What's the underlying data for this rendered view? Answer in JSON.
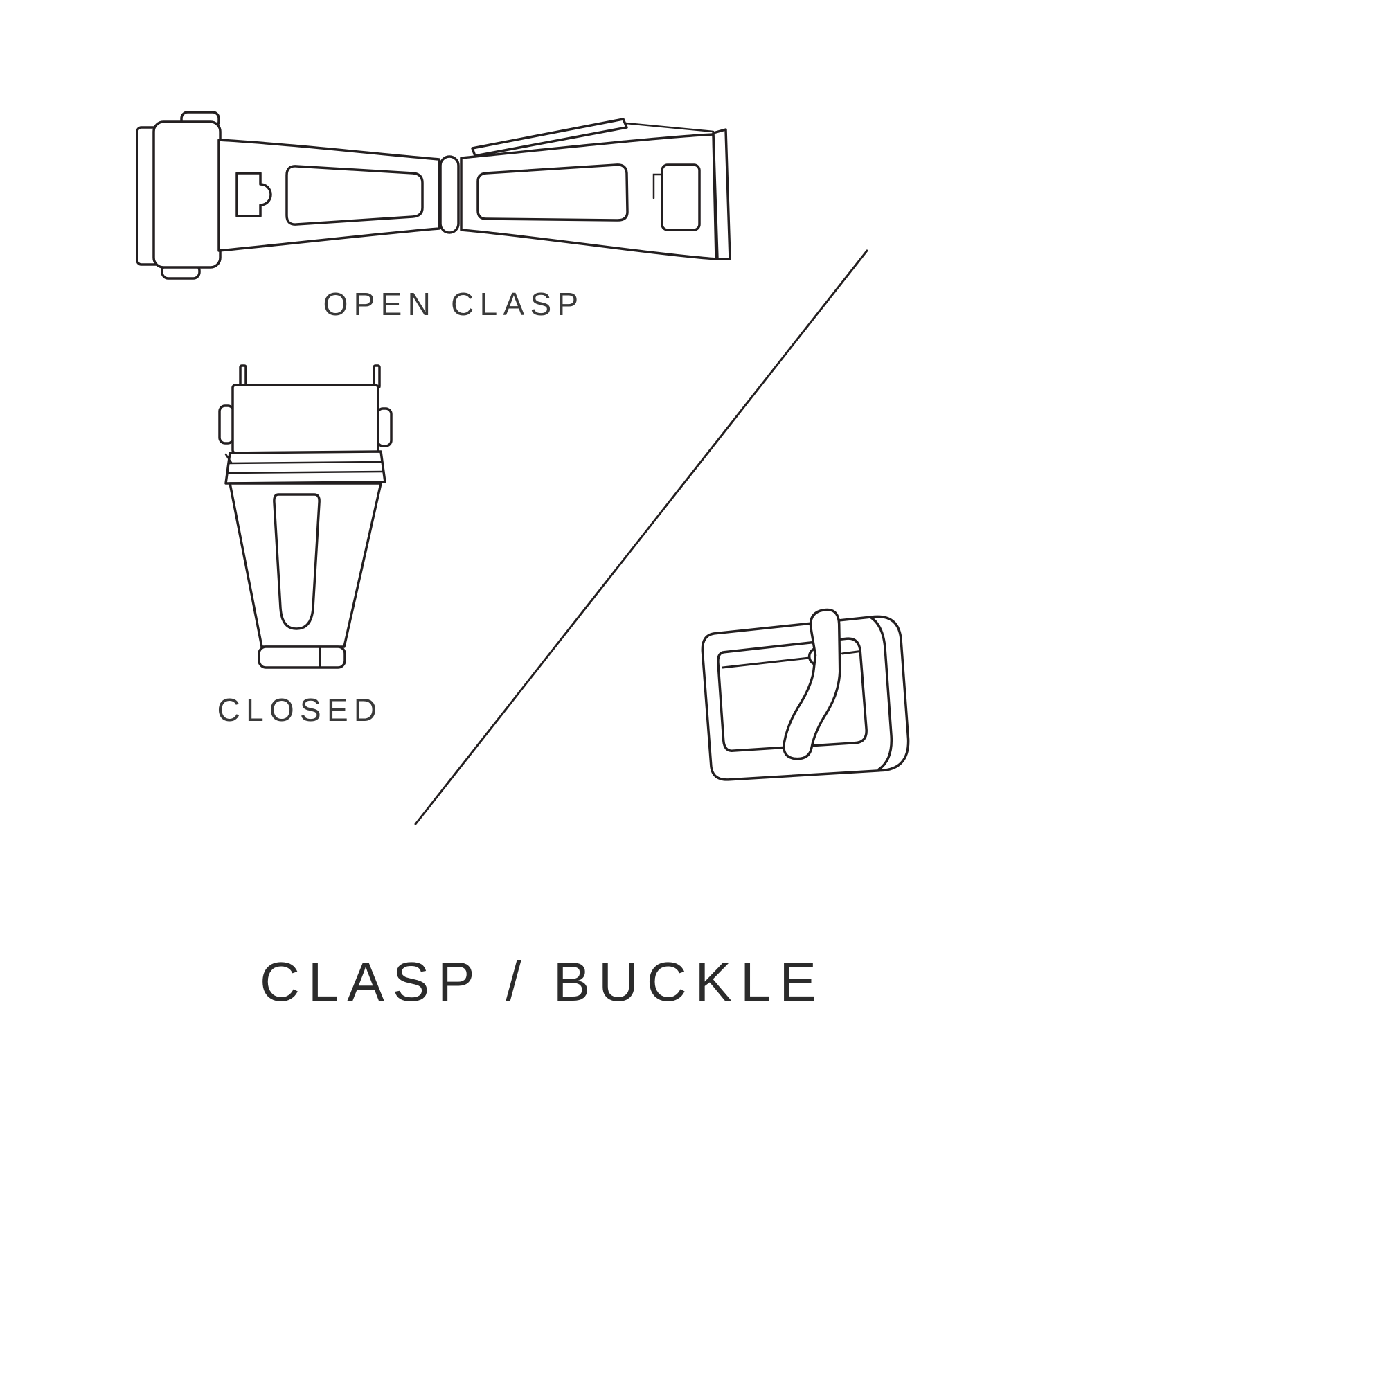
{
  "page": {
    "background": "#ffffff",
    "line_color": "#231f20",
    "title": "CLASP / BUCKLE"
  },
  "labels": {
    "open_clasp": "OPEN CLASP",
    "closed": "CLOSED"
  },
  "illustrations": {
    "open_clasp": "open-clasp-illustration",
    "closed_clasp": "closed-clasp-illustration",
    "buckle": "buckle-illustration",
    "divider": "diagonal-divider-line"
  }
}
